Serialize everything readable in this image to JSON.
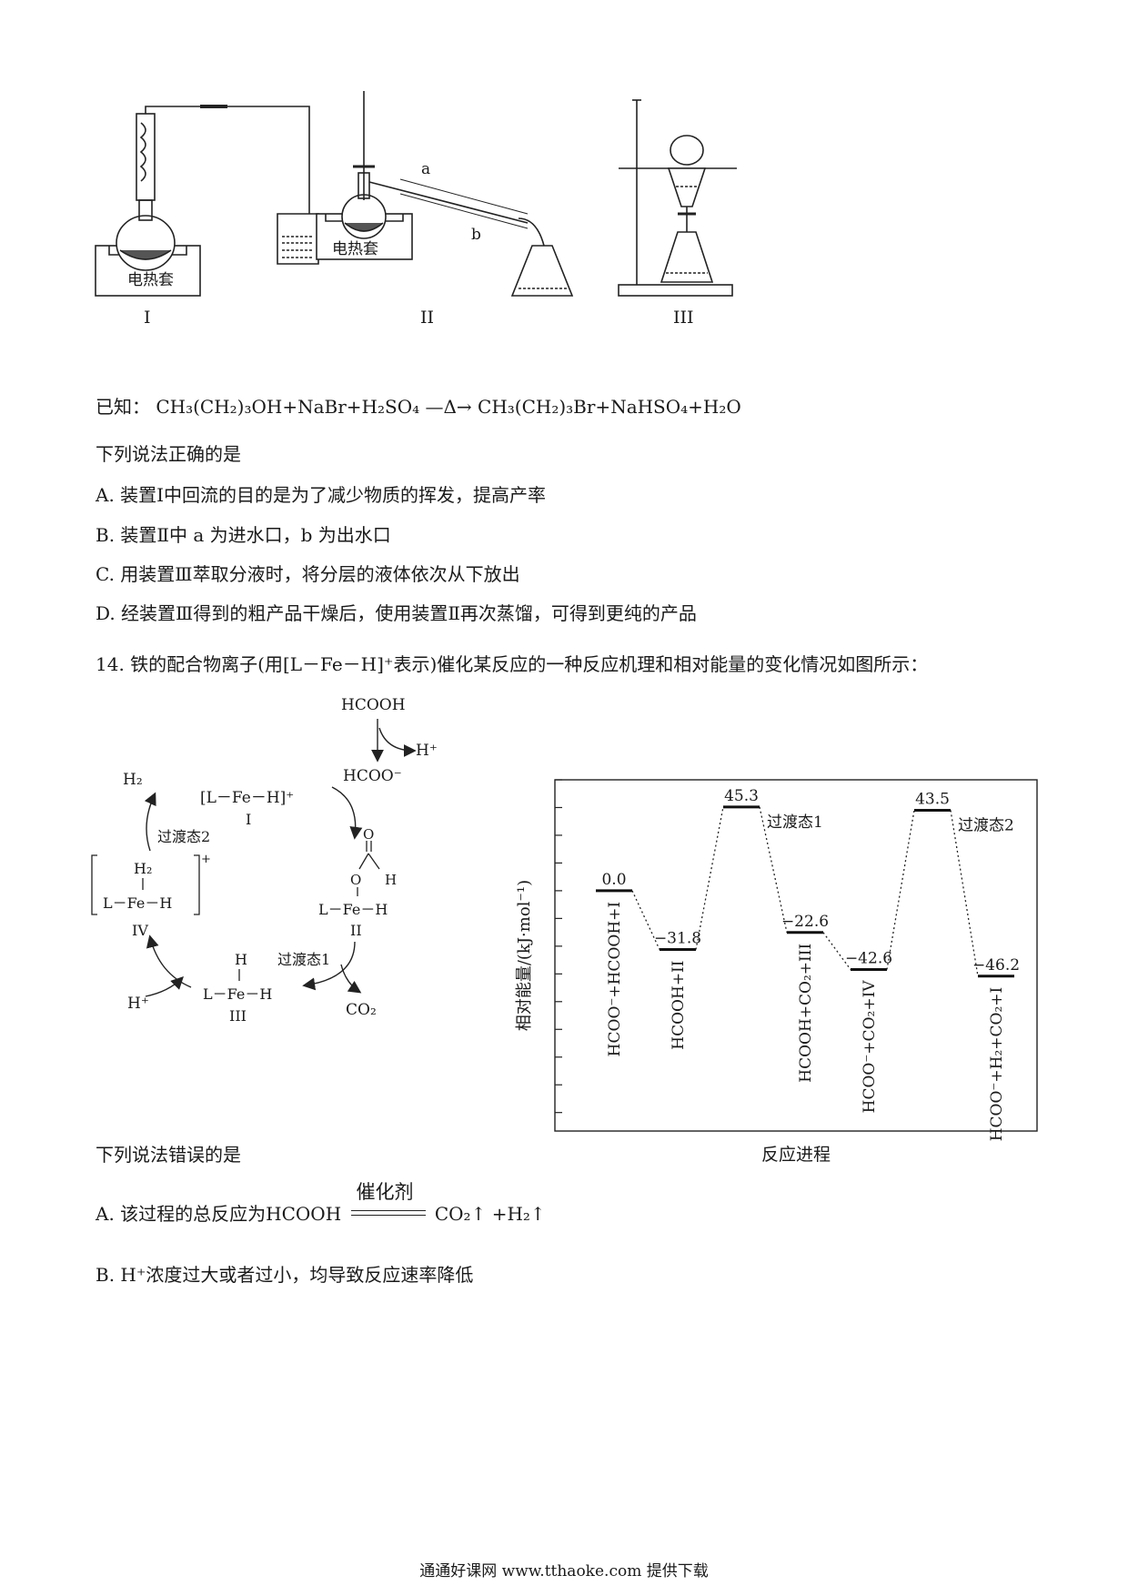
{
  "apparatus": {
    "labels": [
      "I",
      "II",
      "III"
    ],
    "heater_label": "电热套",
    "port_a": "a",
    "port_b": "b"
  },
  "known": {
    "prefix": "已知：",
    "equation": "CH₃(CH₂)₃OH+NaBr+H₂SO₄ —Δ→ CH₃(CH₂)₃Br+NaHSO₄+H₂O"
  },
  "q13": {
    "prompt": "下列说法正确的是",
    "options": [
      "A. 装置Ⅰ中回流的目的是为了减少物质的挥发，提高产率",
      "B. 装置Ⅱ中 a 为进水口，b 为出水口",
      "C. 用装置Ⅲ萃取分液时，将分层的液体依次从下放出",
      "D. 经装置Ⅲ得到的粗产品干燥后，使用装置Ⅱ再次蒸馏，可得到更纯的产品"
    ]
  },
  "q14": {
    "stem": "14.  铁的配合物离子(用[L－Fe－H]⁺表示)催化某反应的一种反应机理和相对能量的变化情况如图所示：",
    "cycle": {
      "hcooh": "HCOOH",
      "h_plus_out": "H⁺",
      "hcoo_minus": "HCOO⁻",
      "species_I": "[L－Fe－H]⁺",
      "label_I": "I",
      "label_II": "II",
      "label_III": "III",
      "label_IV": "IV",
      "h2": "H₂",
      "ts2": "过渡态2",
      "ts1": "过渡态1",
      "co2": "CO₂",
      "h_plus_in": "H⁺"
    },
    "prompt": "下列说法错误的是",
    "option_a_prefix": "A.  该过程的总反应为HCOOH",
    "option_a_catalyst": "催化剂",
    "option_a_suffix": "CO₂↑ +H₂↑",
    "option_b": "B.  H⁺浓度过大或者过小，均导致反应速率降低"
  },
  "chart_data": {
    "type": "line",
    "ylabel": "相对能量/(kJ·mol⁻¹)",
    "xlabel": "反应进程",
    "levels": [
      {
        "value": 0.0,
        "label": "0.0",
        "species": "HCOO⁻+HCOOH+I"
      },
      {
        "value": -31.8,
        "label": "−31.8",
        "species": "HCOOH+II"
      },
      {
        "value": 45.3,
        "label": "45.3",
        "species": "过渡态1"
      },
      {
        "value": -22.6,
        "label": "−22.6",
        "species": "HCOOH+CO₂+III"
      },
      {
        "value": -42.6,
        "label": "−42.6",
        "species": "HCOO⁻+CO₂+IV"
      },
      {
        "value": 43.5,
        "label": "43.5",
        "species": "过渡态2"
      },
      {
        "value": -46.2,
        "label": "−46.2",
        "species": "HCOO⁻+H₂+CO₂+I"
      }
    ]
  },
  "footer": "通通好课网  www.tthaoke.com  提供下载"
}
